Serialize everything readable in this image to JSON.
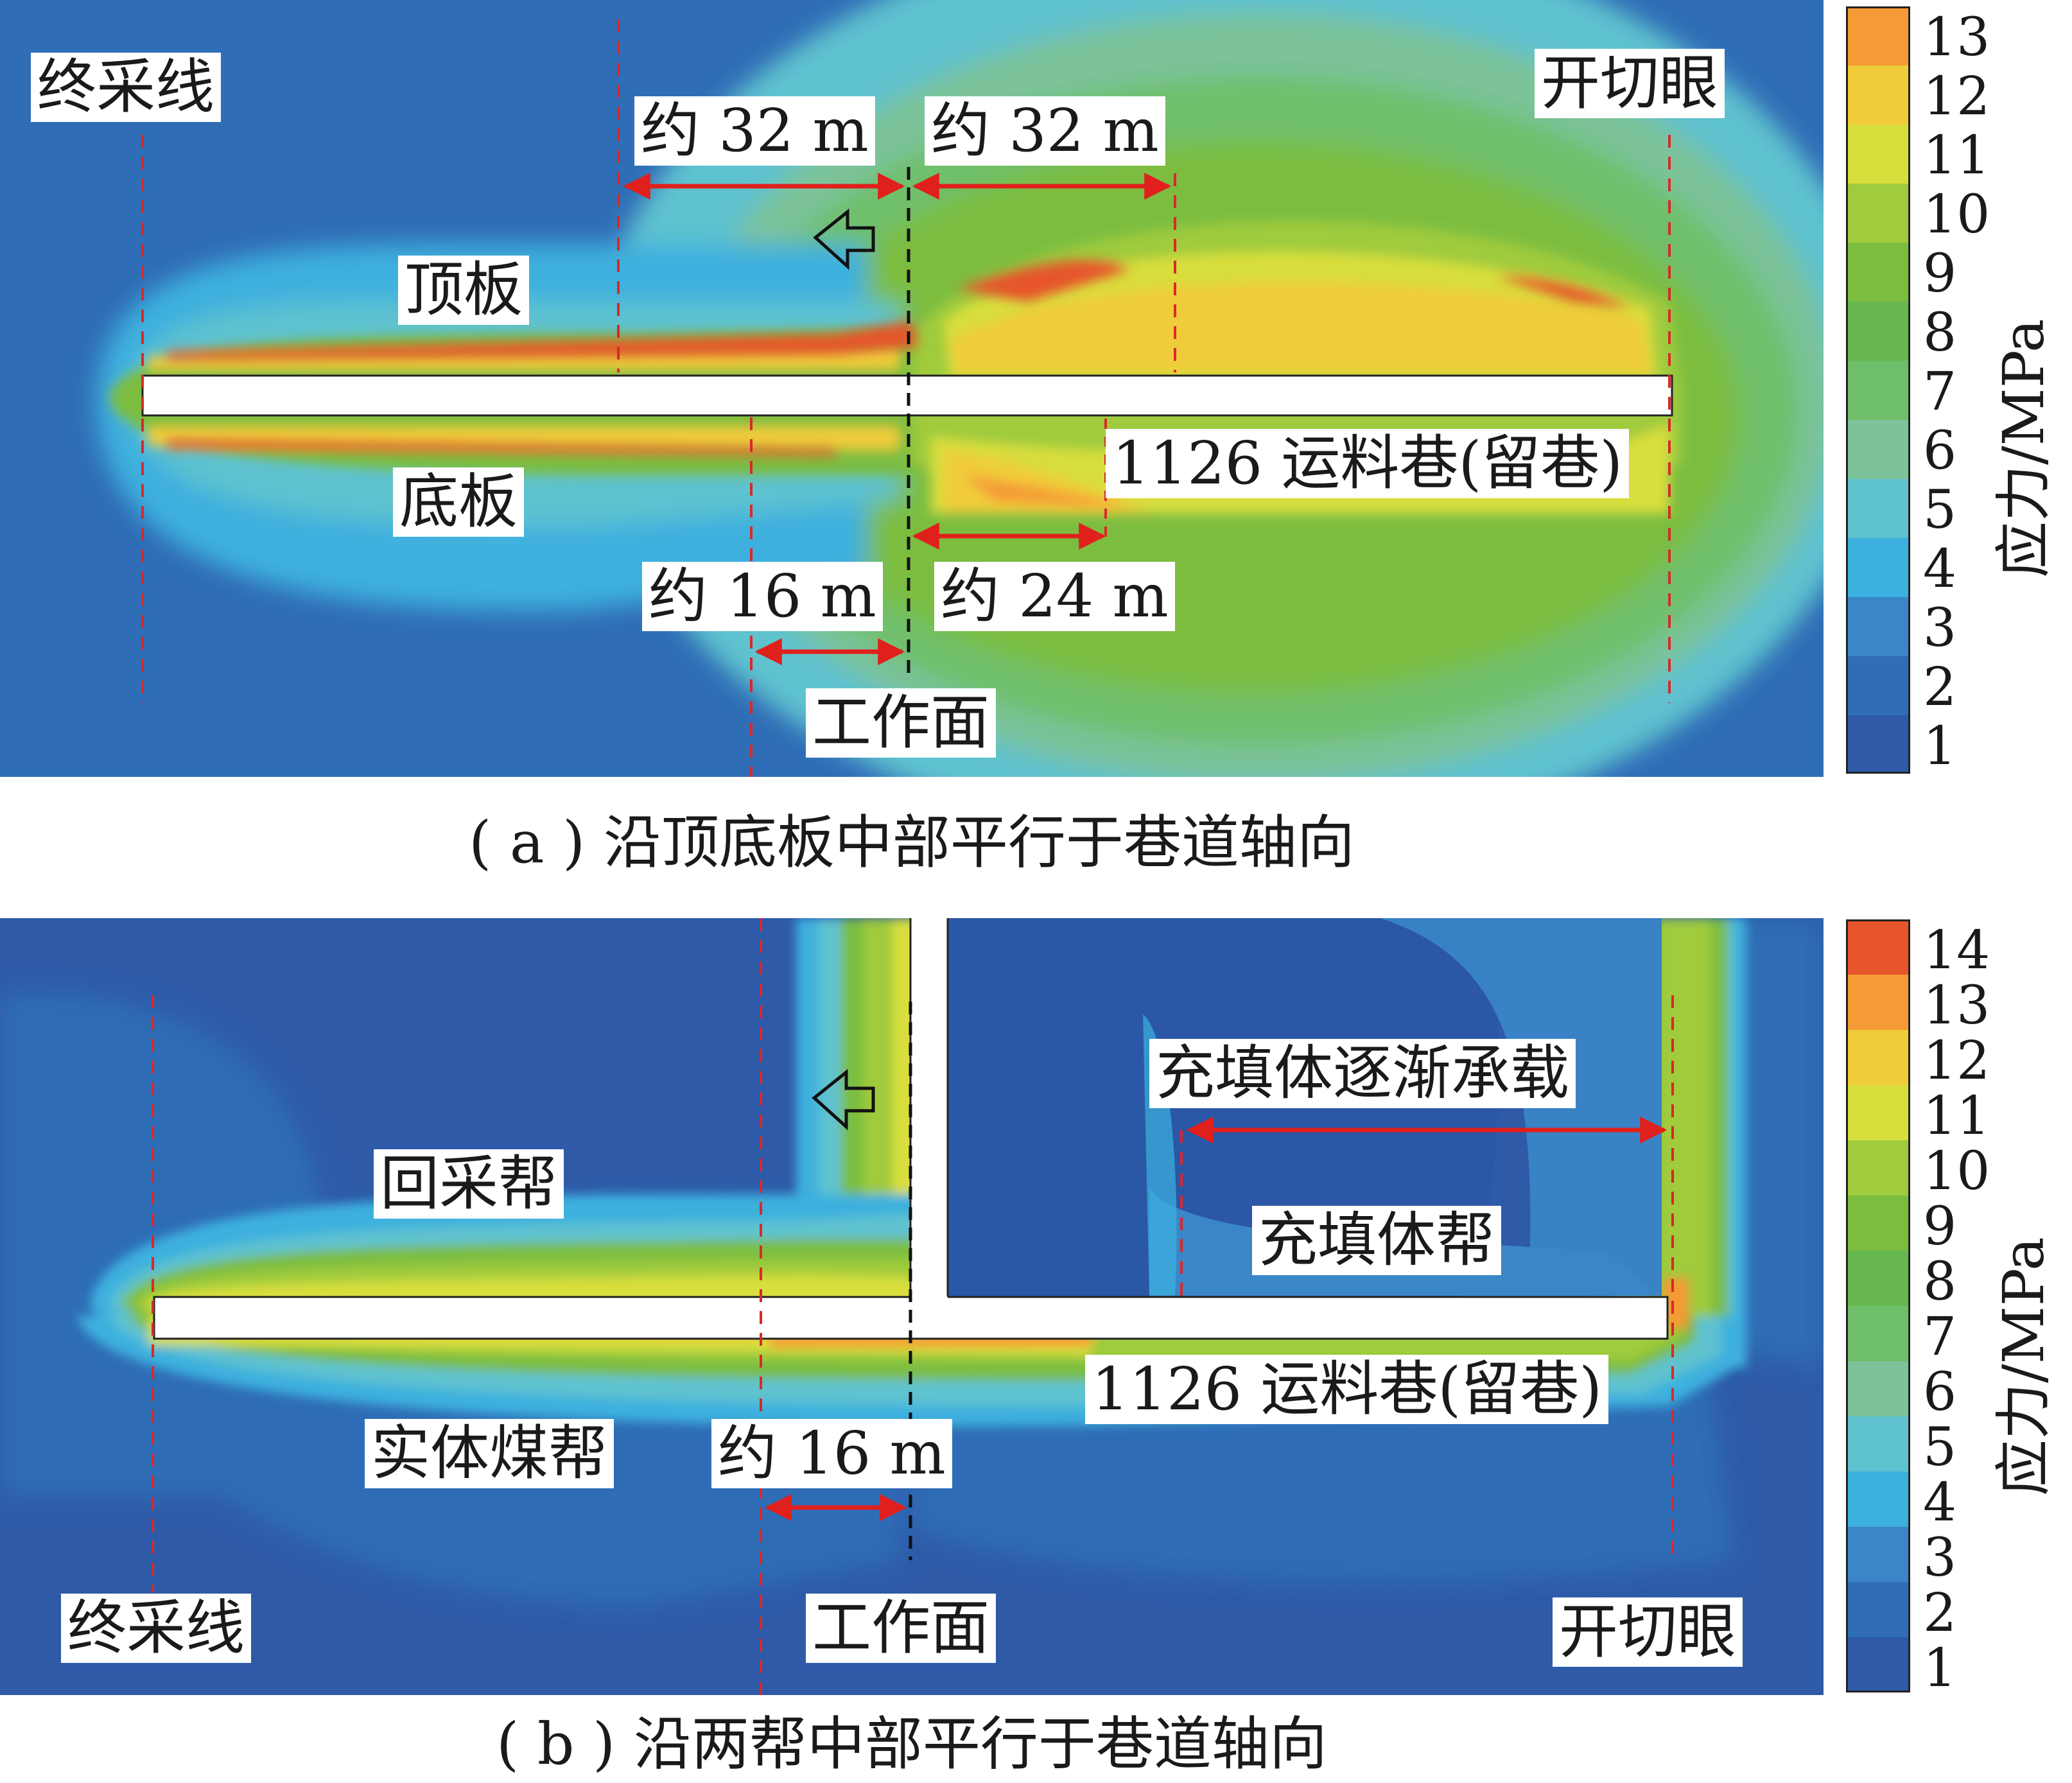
{
  "panel_a": {
    "labels": {
      "end_line": "终采线",
      "cut_hole": "开切眼",
      "dist_roof_left": "约 32 m",
      "dist_roof_right": "约 32 m",
      "roof": "顶板",
      "floor": "底板",
      "roadway": "1126 运料巷(留巷)",
      "dist_floor_left": "约 16 m",
      "dist_floor_right": "约 24 m",
      "work_face": "工作面"
    },
    "caption": "( a ) 沿顶底板中部平行于巷道轴向",
    "legend": {
      "unit": "应力/MPa",
      "ticks": [
        "13",
        "12",
        "11",
        "10",
        "9",
        "8",
        "7",
        "6",
        "5",
        "4",
        "3",
        "2",
        "1"
      ]
    }
  },
  "panel_b": {
    "labels": {
      "mining_side": "回采帮",
      "filling_gradual": "充填体逐渐承载",
      "filling_side": "充填体帮",
      "roadway": "1126 运料巷(留巷)",
      "coal_side": "实体煤帮",
      "dist": "约 16 m",
      "end_line": "终采线",
      "work_face": "工作面",
      "cut_hole": "开切眼"
    },
    "caption": "( b ) 沿两帮中部平行于巷道轴向",
    "legend": {
      "unit": "应力/MPa",
      "ticks": [
        "14",
        "13",
        "12",
        "11",
        "10",
        "9",
        "8",
        "7",
        "6",
        "5",
        "4",
        "3",
        "2",
        "1"
      ]
    }
  },
  "colors": {
    "level_1": "#2e5aa8",
    "level_2": "#2f6db6",
    "level_3": "#3a86c8",
    "level_4": "#3cb0de",
    "level_5": "#5ec2cf",
    "level_6": "#7cc39a",
    "level_7": "#6fbf6a",
    "level_8": "#66b84e",
    "level_9": "#7bbd3f",
    "level_10": "#9fcb3c",
    "level_11": "#d8de3c",
    "level_12": "#f0cc3a",
    "level_13": "#f59a35",
    "level_14": "#e6552b",
    "dimension_arrow": "#e0201c",
    "guide_line": "#d9282a",
    "face_line": "#111111"
  }
}
